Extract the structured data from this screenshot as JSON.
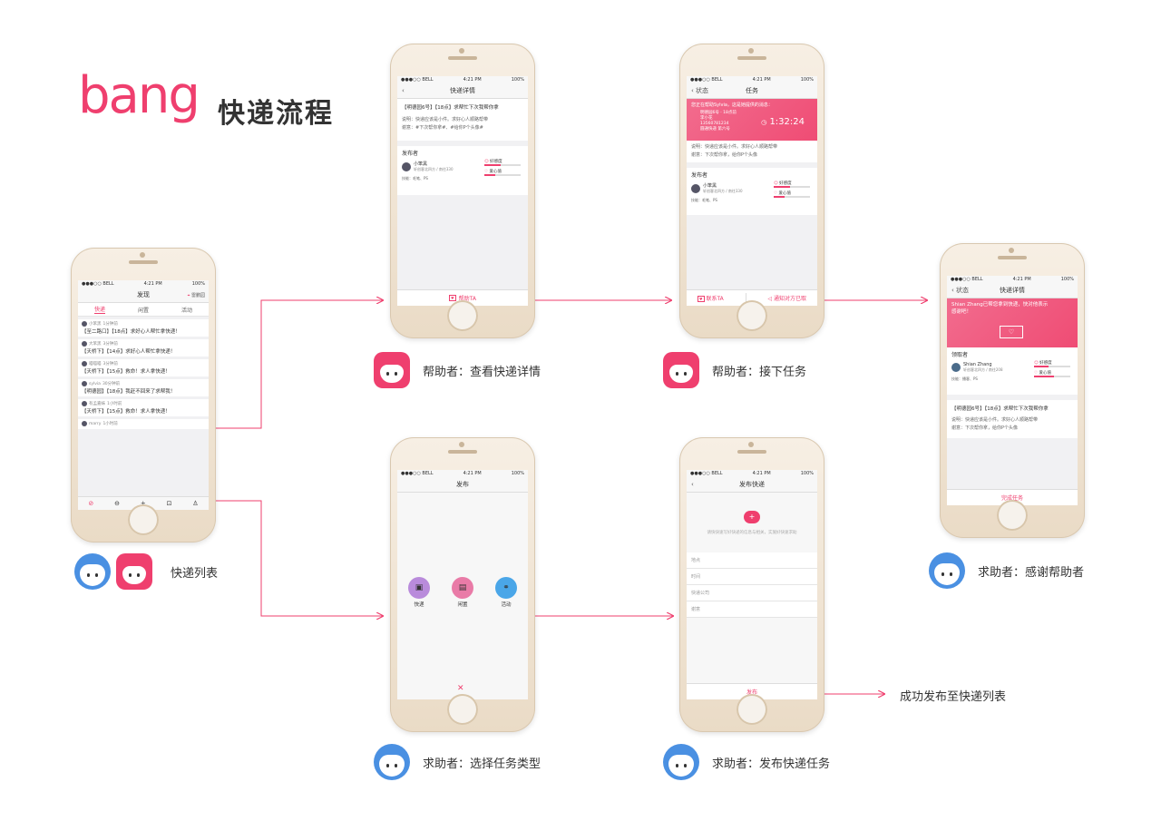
{
  "brand": {
    "logo": "bang",
    "title": "快递流程"
  },
  "colors": {
    "accent": "#ef3f6e",
    "blue": "#4a90e2"
  },
  "status": {
    "carrier": "●●●○○ BELL",
    "time": "4:21 PM",
    "battery": "100%"
  },
  "list_screen": {
    "title": "发现",
    "location": "雷鹏园",
    "tabs": [
      "快递",
      "闲置",
      "活动"
    ],
    "items": [
      {
        "user": "小笨黑",
        "time": "1分钟前",
        "text": "【至二路口】【18点】求好心人帮忙拿快递！"
      },
      {
        "user": "大笨黑",
        "time": "3分钟前",
        "text": "【天桥下】【14点】求好心人帮忙拿快递！"
      },
      {
        "user": "喵喵喵",
        "time": "3分钟前",
        "text": "【天桥下】【15点】救命！求人拿快递！"
      },
      {
        "user": "sylvia",
        "time": "30分钟前",
        "text": "【明德园】【18点】我赶不回来了求帮我！"
      },
      {
        "user": "有孟嘉妹",
        "time": "1小时前",
        "text": "【天桥下】【15点】救命！求人拿快递！"
      },
      {
        "user": "marry",
        "time": "1小时前",
        "text": ""
      }
    ],
    "caption": "快递列表"
  },
  "detail_screen": {
    "title": "快递详情",
    "headline": "【明德园6号】【18点】求帮忙下次我帮你拿",
    "desc": "说明：快递应该是小件。求好心人顺路帮带",
    "reward": "谢意：#下次帮你拿#、#给你P个头像#",
    "publisher_label": "发布者",
    "user": "小笨黑",
    "user_meta": "轩创客北四方 / 南往330",
    "skill": "技能：毛笔、PS",
    "good_label": "好感度",
    "love_label": "爱心值",
    "good_value": 0.45,
    "love_value": 0.3,
    "button": "帮助TA",
    "caption": "帮助者：查看快递详情"
  },
  "task_screen": {
    "back": "状态",
    "title": "任务",
    "banner": "您正在帮助Sylvia，这是她提供的消息：",
    "banner_lines": [
      "明德园6号 · 18点前",
      "李小花",
      "13560781234",
      "圆通快递 第六号"
    ],
    "timer": "1:32:24",
    "desc": "说明：快递应该是小件。求好心人顺路帮带",
    "reward": "谢意：下次帮你拿，给你P个头像",
    "publisher_label": "发布者",
    "user": "小笨黑",
    "user_meta": "轩创客北四方 / 南往330",
    "skill": "技能：毛笔、PS",
    "good_label": "好感度",
    "love_label": "爱心值",
    "good_value": 0.45,
    "love_value": 0.3,
    "contact": "联系TA",
    "notify": "通知对方已取",
    "caption": "帮助者：接下任务"
  },
  "thanks_screen": {
    "back": "状态",
    "title": "快递详情",
    "banner": "Shian Zhang已帮您拿到快递，快对他表示感谢吧！",
    "receiver_label": "领取者",
    "user": "Shian Zhang",
    "user_meta": "轩创客北四方 / 南往208",
    "skill": "技能：播客、PS",
    "good_label": "好感度",
    "love_label": "爱心值",
    "good_value": 0.4,
    "love_value": 0.55,
    "headline": "【明德园6号】【18点】求帮忙下次我帮你拿",
    "desc": "说明：快递应该是小件。求好心人顺路帮带",
    "reward": "谢意：下次帮你拿，给你P个头像",
    "button": "完成任务",
    "caption": "求助者：感谢帮助者"
  },
  "publish_screen": {
    "title": "发布",
    "categories": [
      "快递",
      "闲置",
      "活动"
    ],
    "caption": "求助者：选择任务类型"
  },
  "form_screen": {
    "title": "发布快递",
    "hint": "请快快速写好快递的信息与相关，实施好快速求助",
    "fields": [
      "地点",
      "时间",
      "快递公司",
      "谢意"
    ],
    "button": "发布",
    "caption": "求助者：发布快递任务"
  },
  "result_note": "成功发布至快递列表"
}
